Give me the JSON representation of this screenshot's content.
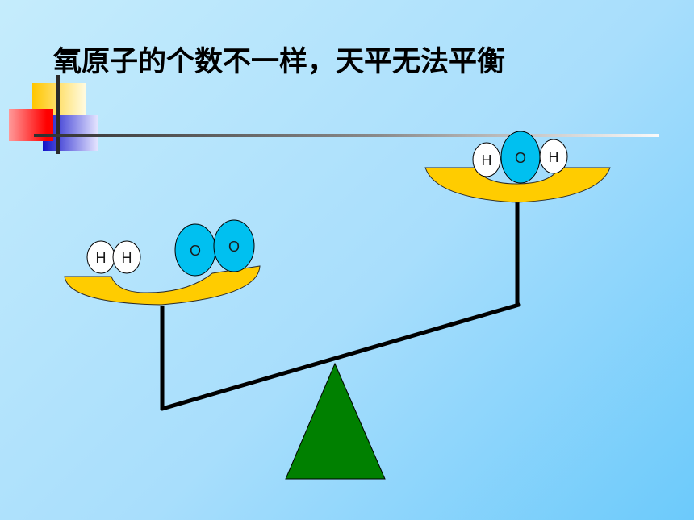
{
  "slide": {
    "title": "氧原子的个数不一样，天平无法平衡"
  },
  "colors": {
    "background_light": "#c5ecfc",
    "background_dark": "#6ccafb",
    "pan": "#ffcc00",
    "fulcrum": "#008000",
    "oxygen_atom": "#00c0f0",
    "hydrogen_atom": "#ffffff",
    "deco_yellow": "#ffd400",
    "deco_red": "#ff1a1a",
    "deco_blue": "#2020d0"
  },
  "balance": {
    "left_pan": {
      "atoms": [
        {
          "element": "hydrogen",
          "label": "H"
        },
        {
          "element": "hydrogen",
          "label": "H"
        },
        {
          "element": "oxygen",
          "label": "O"
        },
        {
          "element": "oxygen",
          "label": "O"
        }
      ]
    },
    "right_pan": {
      "atoms": [
        {
          "element": "hydrogen",
          "label": "H"
        },
        {
          "element": "oxygen",
          "label": "O"
        },
        {
          "element": "hydrogen",
          "label": "H"
        }
      ]
    }
  }
}
